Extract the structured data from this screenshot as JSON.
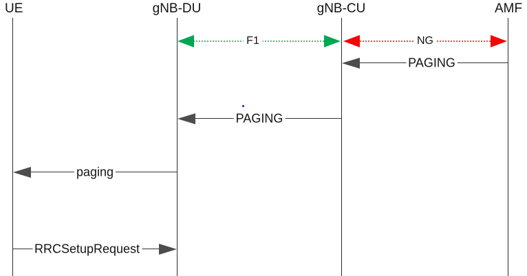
{
  "diagram": {
    "type": "sequence-diagram",
    "actors": [
      {
        "name": "UE"
      },
      {
        "name": "gNB-DU"
      },
      {
        "name": "gNB-CU"
      },
      {
        "name": "AMF"
      }
    ],
    "interfaces": [
      {
        "label": "F1",
        "between": [
          "gNB-DU",
          "gNB-CU"
        ],
        "style": "dotted",
        "bidirectional": true,
        "color": "#00A651"
      },
      {
        "label": "NG",
        "between": [
          "gNB-CU",
          "AMF"
        ],
        "style": "dotted",
        "bidirectional": true,
        "color": "#F50505"
      }
    ],
    "messages": [
      {
        "label": "PAGING",
        "from": "AMF",
        "to": "gNB-CU"
      },
      {
        "label": "PAGING",
        "from": "gNB-CU",
        "to": "gNB-DU"
      },
      {
        "label": "paging",
        "from": "gNB-DU",
        "to": "UE"
      },
      {
        "label": "RRCSetupRequest",
        "from": "UE",
        "to": "gNB-DU"
      }
    ],
    "colors": {
      "lifeline": "#2b2b2b",
      "message_line": "#333333",
      "message_arrowhead": "#4d4d4d",
      "f1_green": "#00A651",
      "ng_red": "#F50505",
      "stray_dot_blue": "#2a2ad4"
    }
  }
}
